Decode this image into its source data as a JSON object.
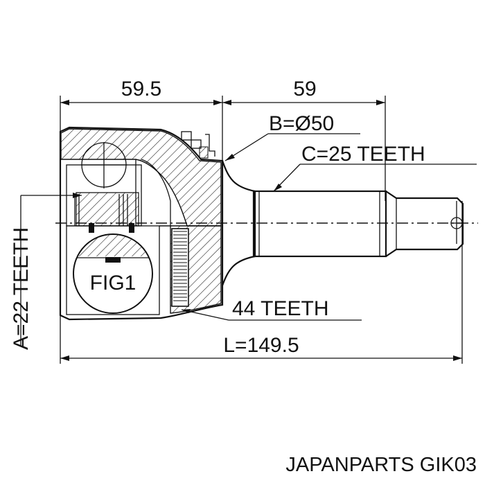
{
  "dimensions": {
    "cup_length": "59.5",
    "shaft_length": "59",
    "outer_diameter": "B=Ø50",
    "outer_spline": "C=25 TEETH",
    "inner_spline": "A=22 TEETH",
    "abs_ring": "44 TEETH",
    "total_length": "L=149.5"
  },
  "detail_label": "FIG1",
  "caption": "JAPANPARTS GIK03",
  "colors": {
    "line": "#111111",
    "background": "#ffffff"
  }
}
